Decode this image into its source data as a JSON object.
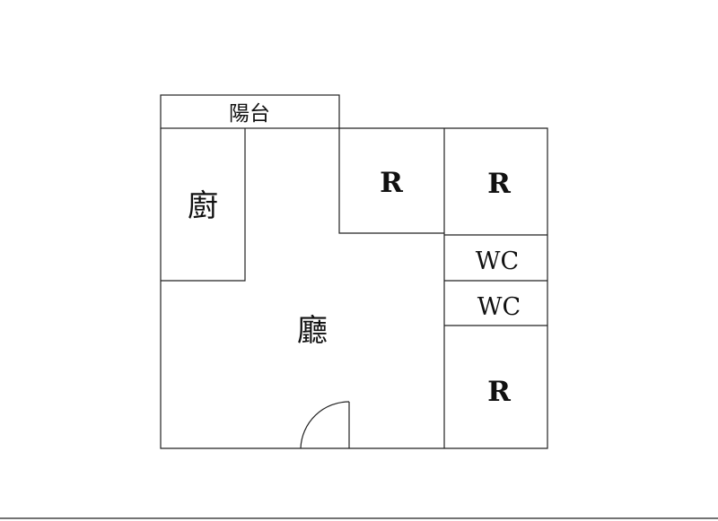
{
  "floor_plan": {
    "rooms": {
      "balcony": "陽台",
      "kitchen": "廚",
      "living": "廳",
      "bedroom_1": "R",
      "bedroom_2": "R",
      "bedroom_3": "R",
      "wc_1": "WC",
      "wc_2": "WC"
    }
  }
}
